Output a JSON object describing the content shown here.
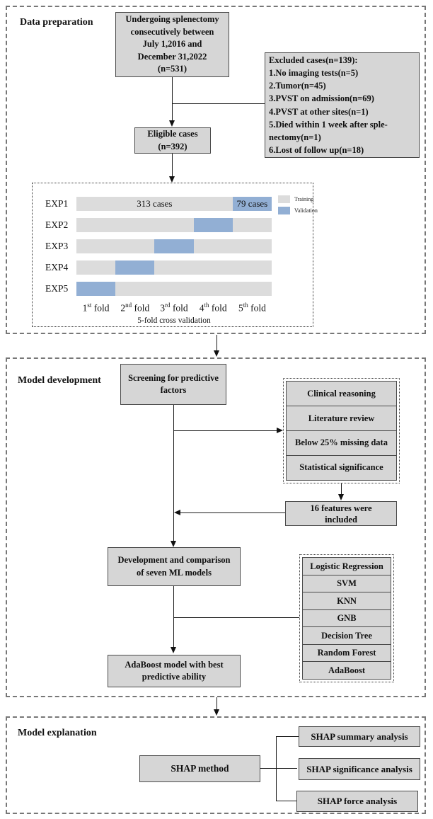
{
  "colors": {
    "box_fill": "#d6d6d6",
    "box_border": "#4a4a4a",
    "training": "#dcdcdc",
    "validation": "#92afd4"
  },
  "data_preparation": {
    "label": "Data preparation",
    "cohort_box": {
      "line1": "Undergoing splenectomy",
      "line2": "consecutively between",
      "line3": "July 1,2016 and",
      "line4": "December 31,2022",
      "line5": "(n=531)"
    },
    "excluded_box": {
      "title": "Excluded cases(n=139):",
      "items": [
        "1.No imaging tests(n=5)",
        "2.Tumor(n=45)",
        "3.PVST on admission(n=69)",
        "4.PVST at other sites(n=1)",
        "5.Died within 1 week after sple-",
        "nectomy(n=1)",
        "6.Lost of follow up(n=18)"
      ]
    },
    "eligible_box": {
      "line1": "Eligible cases",
      "line2": "(n=392)"
    }
  },
  "cross_validation": {
    "caption": "5-fold cross validation",
    "rows": [
      {
        "label": "EXP1",
        "validation_fold": 5,
        "training_label": "313  cases",
        "validation_label": "79 cases"
      },
      {
        "label": "EXP2",
        "validation_fold": 4
      },
      {
        "label": "EXP3",
        "validation_fold": 3
      },
      {
        "label": "EXP4",
        "validation_fold": 2
      },
      {
        "label": "EXP5",
        "validation_fold": 1
      }
    ],
    "fold_labels": [
      {
        "num": "1",
        "ord": "st",
        "word": "fold"
      },
      {
        "num": "2",
        "ord": "nd",
        "word": "fold"
      },
      {
        "num": "3",
        "ord": "rd",
        "word": "fold"
      },
      {
        "num": "4",
        "ord": "th",
        "word": "fold"
      },
      {
        "num": "5",
        "ord": "th",
        "word": "fold"
      }
    ],
    "legend": [
      {
        "label": "Training"
      },
      {
        "label": "Validation"
      }
    ]
  },
  "model_development": {
    "label": "Model development",
    "screening_box": {
      "line1": "Screening for predictive",
      "line2": "factors"
    },
    "criteria": [
      "Clinical reasoning",
      "Literature review",
      "Below 25% missing data",
      "Statistical significance"
    ],
    "features_box": {
      "line1": "16 features were",
      "line2": "included"
    },
    "development_box": {
      "line1": "Development and comparison",
      "line2": "of seven ML models"
    },
    "models": [
      "Logistic Regression",
      "SVM",
      "KNN",
      "GNB",
      "Decision Tree",
      "Random Forest",
      "AdaBoost"
    ],
    "best_model_box": {
      "line1": "AdaBoost model with best",
      "line2": "predictive ability"
    }
  },
  "model_explanation": {
    "label": "Model explanation",
    "method_box": "SHAP method",
    "analyses": [
      "SHAP summary analysis",
      "SHAP significance analysis",
      "SHAP force analysis"
    ]
  }
}
